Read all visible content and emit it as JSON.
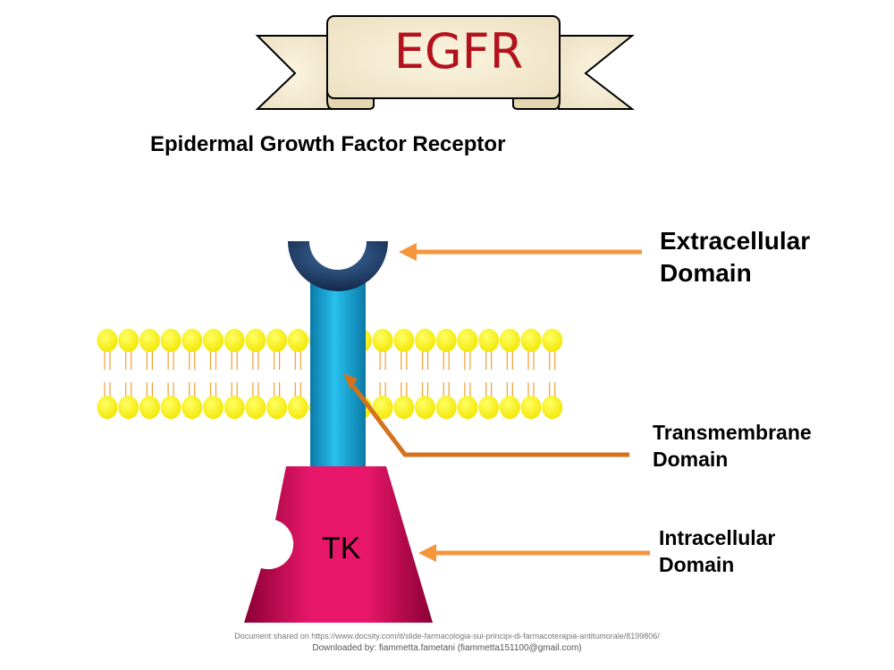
{
  "banner": {
    "title": "EGFR"
  },
  "subtitle": "Epidermal Growth Factor Receptor",
  "labels": {
    "extracellular": [
      "Extracellular",
      "Domain"
    ],
    "transmembrane": [
      "Transmembrane",
      "Domain"
    ],
    "intracellular": [
      "Intracellular",
      "Domain"
    ]
  },
  "kinase_label": "TK",
  "footer": {
    "shared": "Document shared on https://www.docsity.com/it/slide-farmacologia-sui-principi-di-farmacoterapia-antitumorale/8199806/",
    "downloaded": "Downloaded by: fiammetta.fametani (fiammetta151100@gmail.com)"
  },
  "colors": {
    "title_red": "#b3121d",
    "lipid_head": "#ffff00",
    "lipid_tail": "#f0a030",
    "receptor_stem": "#1aa8d8",
    "extracellular_cup": "#1f3f6e",
    "kinase": "#e0155f",
    "arrow": "#f5963c"
  },
  "membrane": {
    "heads_per_row": 22
  }
}
